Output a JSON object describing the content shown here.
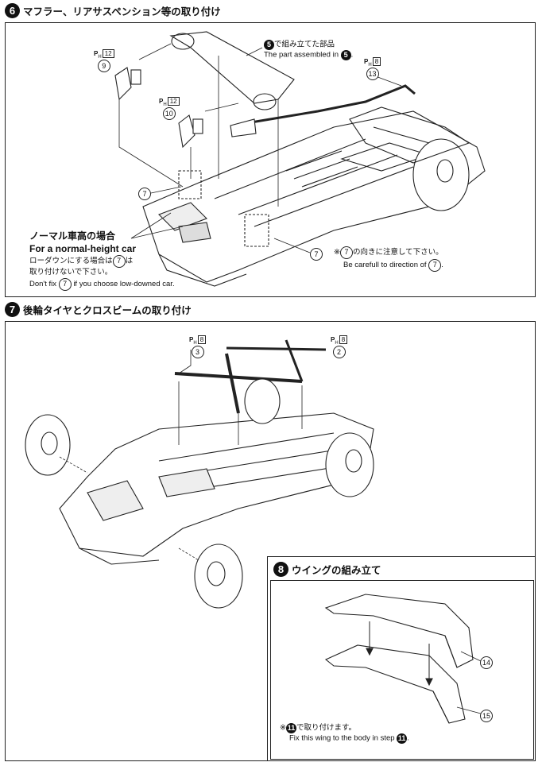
{
  "step6": {
    "number": "6",
    "title": "マフラー、リアサスペンション等の取り付け",
    "assembled_jp": "で組み立てた部品",
    "assembled_en": "The part assembled in",
    "assembled_ref": "5",
    "ph_label": "P",
    "ph_sub": "H",
    "part9": {
      "num": "9",
      "page": "12"
    },
    "part10": {
      "num": "10",
      "page": "12"
    },
    "part13": {
      "num": "13",
      "page": "8"
    },
    "part7": "7",
    "normal_height_jp": "ノーマル車高の場合",
    "normal_height_en": "For a normal-height car",
    "lowdown_jp_1": "ローダウンにする場合は",
    "lowdown_jp_2": "は",
    "lowdown_jp_3": "取り付けないで下さい。",
    "lowdown_en_1": "Don't fix",
    "lowdown_en_2": "if you choose low-downed car.",
    "note_mark": "※",
    "note_jp": "の向きに注意して下さい。",
    "note_en": "Be carefull to direction of",
    "note_en_end": "."
  },
  "step7": {
    "number": "7",
    "title": "後輪タイヤとクロスビームの取り付け",
    "part3": {
      "num": "3",
      "page": "8"
    },
    "part2": {
      "num": "2",
      "page": "8"
    }
  },
  "step8": {
    "number": "8",
    "title": "ウイングの組み立て",
    "part14": "14",
    "part15": "15",
    "note_mark": "※",
    "note_ref": "11",
    "note_jp": "で取り付けます。",
    "note_en": "Fix this wing to the body in step",
    "note_en_end": "."
  }
}
